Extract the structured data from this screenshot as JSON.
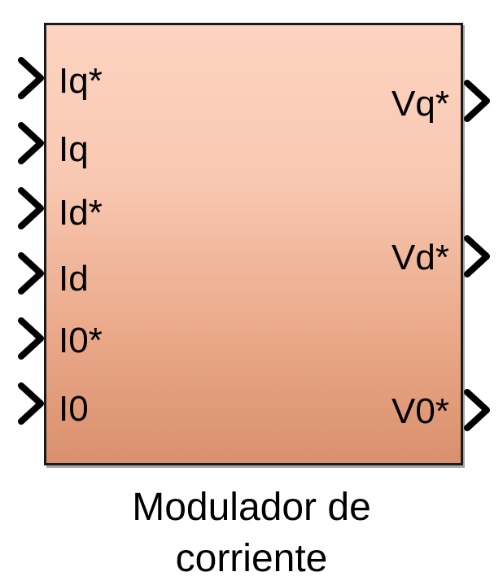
{
  "block": {
    "fill_top": "#fcd4c0",
    "fill_mid": "#f2b9a0",
    "fill_bottom": "#d9906c",
    "border": "#1a1a1a"
  },
  "inputs": [
    {
      "label": "Iq*"
    },
    {
      "label": "Iq"
    },
    {
      "label": "Id*"
    },
    {
      "label": "Id"
    },
    {
      "label": "I0*"
    },
    {
      "label": "I0"
    }
  ],
  "outputs": [
    {
      "label": "Vq*"
    },
    {
      "label": "Vd*"
    },
    {
      "label": "V0*"
    }
  ],
  "caption": {
    "line1": "Modulador de",
    "line2": "corriente"
  }
}
